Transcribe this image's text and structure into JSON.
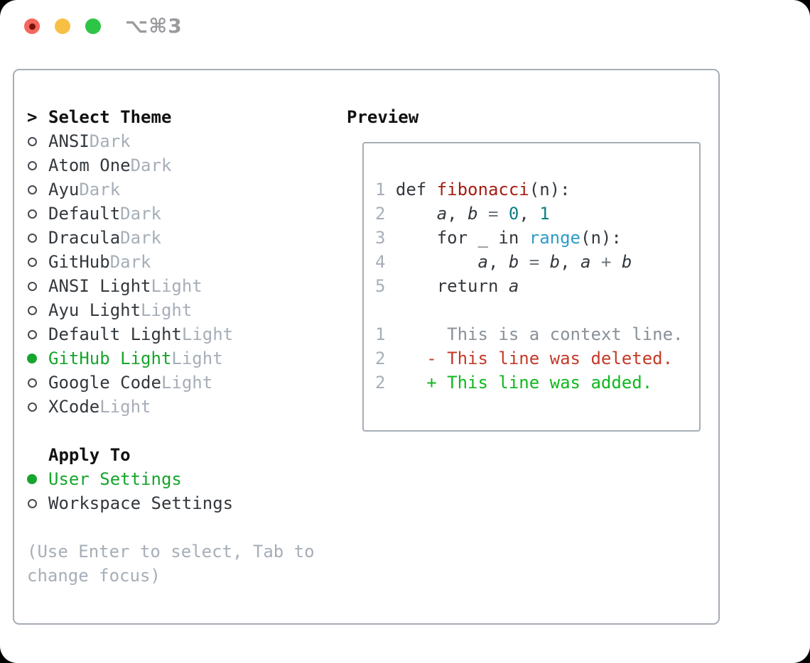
{
  "window": {
    "title_shortcut": "⌥⌘3",
    "traffic_lights": [
      "close-icon",
      "minimize-icon",
      "zoom-icon"
    ]
  },
  "colors": {
    "selection_green": "#16a52d",
    "added_green": "#10b81e",
    "deleted_red": "#c43a28",
    "function_red": "#a31d12",
    "number_teal": "#0d7f84",
    "builtin_blue": "#2e9bca",
    "operator_gray": "#6e757d",
    "text_dark": "#33383d",
    "muted_gray": "#a6aeb8",
    "context_gray": "#8a9199",
    "header_black": "#111111",
    "border_gray": "#a6adb5",
    "traffic_red": "#f3685c",
    "traffic_red_dot": "#79110a",
    "traffic_yellow": "#f7c045",
    "traffic_green": "#2ec546",
    "title_gray": "#9b9b9f"
  },
  "theme_panel": {
    "header": {
      "marker": ">",
      "label": "Select Theme"
    },
    "themes": [
      {
        "name": "ANSI",
        "variant": "Dark",
        "selected": false
      },
      {
        "name": "Atom One",
        "variant": "Dark",
        "selected": false
      },
      {
        "name": "Ayu",
        "variant": "Dark",
        "selected": false
      },
      {
        "name": "Default",
        "variant": "Dark",
        "selected": false
      },
      {
        "name": "Dracula",
        "variant": "Dark",
        "selected": false
      },
      {
        "name": "GitHub",
        "variant": "Dark",
        "selected": false
      },
      {
        "name": "ANSI Light",
        "variant": "Light",
        "selected": false
      },
      {
        "name": "Ayu Light",
        "variant": "Light",
        "selected": false
      },
      {
        "name": "Default Light",
        "variant": "Light",
        "selected": false
      },
      {
        "name": "GitHub Light",
        "variant": "Light",
        "selected": true
      },
      {
        "name": "Google Code",
        "variant": "Light",
        "selected": false
      },
      {
        "name": "XCode",
        "variant": "Light",
        "selected": false
      }
    ],
    "apply_to": {
      "label": "Apply To",
      "options": [
        {
          "label": "User Settings",
          "selected": true
        },
        {
          "label": "Workspace Settings",
          "selected": false
        }
      ]
    },
    "hint_lines": [
      "(Use Enter to select, Tab to",
      "change focus)"
    ]
  },
  "preview": {
    "label": "Preview",
    "code_lines": [
      {
        "num": "1",
        "segments": [
          {
            "text": "def ",
            "style": "plain"
          },
          {
            "text": "fibonacci",
            "style": "fn"
          },
          {
            "text": "(n):",
            "style": "plain"
          }
        ]
      },
      {
        "num": "2",
        "segments": [
          {
            "text": "    ",
            "style": "plain"
          },
          {
            "text": "a",
            "style": "var"
          },
          {
            "text": ", ",
            "style": "plain"
          },
          {
            "text": "b",
            "style": "var"
          },
          {
            "text": " ",
            "style": "plain"
          },
          {
            "text": "=",
            "style": "op"
          },
          {
            "text": " ",
            "style": "plain"
          },
          {
            "text": "0",
            "style": "num"
          },
          {
            "text": ", ",
            "style": "plain"
          },
          {
            "text": "1",
            "style": "num"
          }
        ]
      },
      {
        "num": "3",
        "segments": [
          {
            "text": "    for _ in ",
            "style": "plain"
          },
          {
            "text": "range",
            "style": "builtin"
          },
          {
            "text": "(n):",
            "style": "plain"
          }
        ]
      },
      {
        "num": "4",
        "segments": [
          {
            "text": "        ",
            "style": "plain"
          },
          {
            "text": "a",
            "style": "var"
          },
          {
            "text": ", ",
            "style": "plain"
          },
          {
            "text": "b",
            "style": "var"
          },
          {
            "text": " ",
            "style": "plain"
          },
          {
            "text": "=",
            "style": "op"
          },
          {
            "text": " ",
            "style": "plain"
          },
          {
            "text": "b",
            "style": "var"
          },
          {
            "text": ", ",
            "style": "plain"
          },
          {
            "text": "a",
            "style": "var"
          },
          {
            "text": " ",
            "style": "plain"
          },
          {
            "text": "+",
            "style": "op"
          },
          {
            "text": " ",
            "style": "plain"
          },
          {
            "text": "b",
            "style": "var"
          }
        ]
      },
      {
        "num": "5",
        "segments": [
          {
            "text": "    return ",
            "style": "plain"
          },
          {
            "text": "a",
            "style": "var"
          }
        ]
      }
    ],
    "diff_lines": [
      {
        "num": "1",
        "segments": [
          {
            "text": "     This is a context line.",
            "style": "ctx"
          }
        ]
      },
      {
        "num": "2",
        "segments": [
          {
            "text": "   - This line was deleted.",
            "style": "del"
          }
        ]
      },
      {
        "num": "2",
        "segments": [
          {
            "text": "   + This line was added.",
            "style": "add"
          }
        ]
      }
    ]
  }
}
